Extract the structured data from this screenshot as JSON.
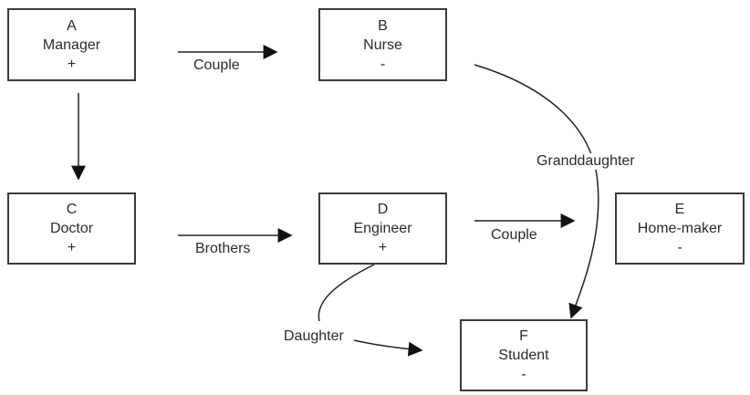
{
  "diagram": {
    "type": "family-relationship",
    "nodes": [
      {
        "id": "A",
        "role": "Manager",
        "sign": "+"
      },
      {
        "id": "B",
        "role": "Nurse",
        "sign": "-"
      },
      {
        "id": "C",
        "role": "Doctor",
        "sign": "+"
      },
      {
        "id": "D",
        "role": "Engineer",
        "sign": "+"
      },
      {
        "id": "E",
        "role": "Home-maker",
        "sign": "-"
      },
      {
        "id": "F",
        "role": "Student",
        "sign": "-"
      }
    ],
    "edges": [
      {
        "from": "A",
        "to": "B",
        "label": "Couple"
      },
      {
        "from": "A",
        "to": "C",
        "label": ""
      },
      {
        "from": "C",
        "to": "D",
        "label": "Brothers"
      },
      {
        "from": "D",
        "to": "E",
        "label": "Couple"
      },
      {
        "from": "B",
        "to": "F",
        "label": "Granddaughter"
      },
      {
        "from": "D",
        "to": "F",
        "label": "Daughter"
      }
    ],
    "colors": {
      "stroke": "#1a1a1a",
      "box_border": "#3a3a3a",
      "text": "#2b2b2b",
      "background": "#ffffff"
    }
  }
}
